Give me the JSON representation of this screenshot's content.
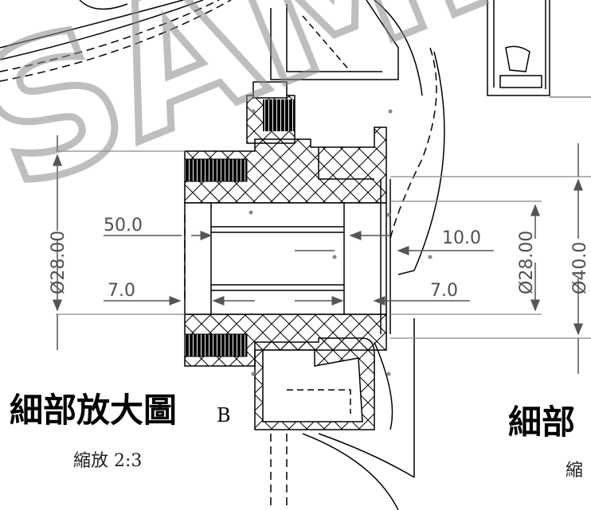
{
  "watermark": {
    "text": "SAMMA"
  },
  "dimensions": {
    "dia_left": "Ø28.00",
    "len_50": "50.0",
    "len_7_left": "7.0",
    "len_10": "10.0",
    "len_7_right": "7.0",
    "dia_right": "Ø28.00",
    "dia_outer": "Ø40.0"
  },
  "detail_b": {
    "title": "細部放大圖",
    "suffix": "B",
    "scale": "縮放 2:3"
  },
  "detail_next": {
    "title": "細部",
    "scale": "縮"
  },
  "colors": {
    "line": "#000000",
    "dim_line": "#666666",
    "watermark": "#8a8a8a"
  }
}
